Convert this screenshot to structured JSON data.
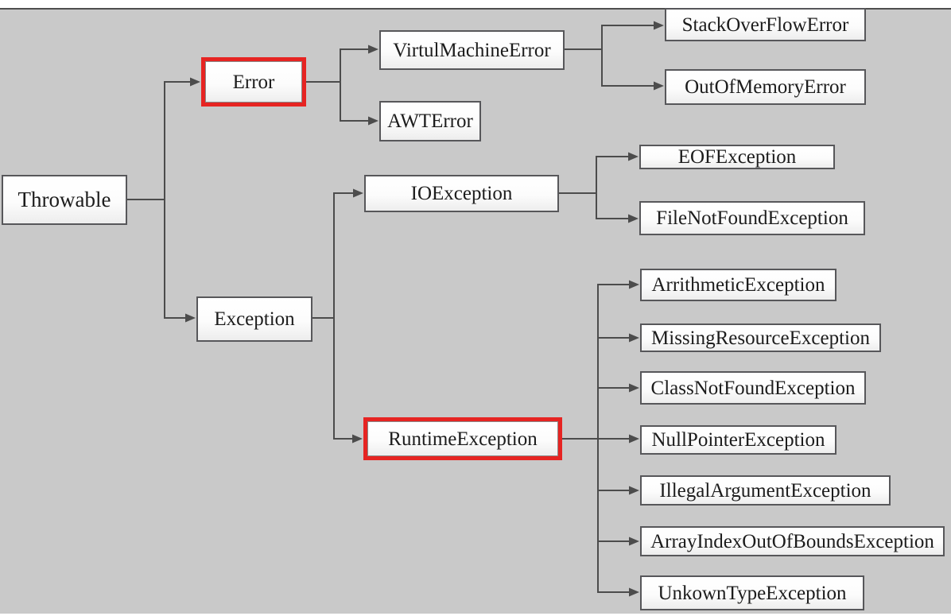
{
  "diagram_type": "hierarchy-tree",
  "nodes": {
    "throwable": {
      "label": "Throwable",
      "level": 0,
      "parent": null,
      "highlighted": false
    },
    "error": {
      "label": "Error",
      "level": 1,
      "parent": "Throwable",
      "highlighted": true
    },
    "exception": {
      "label": "Exception",
      "level": 1,
      "parent": "Throwable",
      "highlighted": false
    },
    "virtual_machine_error": {
      "label": "VirtulMachineError",
      "level": 2,
      "parent": "Error",
      "highlighted": false
    },
    "awt_error": {
      "label": "AWTError",
      "level": 2,
      "parent": "Error",
      "highlighted": false
    },
    "stack_overflow_error": {
      "label": "StackOverFlowError",
      "level": 3,
      "parent": "VirtulMachineError",
      "highlighted": false
    },
    "out_of_memory_error": {
      "label": "OutOfMemoryError",
      "level": 3,
      "parent": "VirtulMachineError",
      "highlighted": false
    },
    "io_exception": {
      "label": "IOException",
      "level": 2,
      "parent": "Exception",
      "highlighted": false
    },
    "runtime_exception": {
      "label": "RuntimeException",
      "level": 2,
      "parent": "Exception",
      "highlighted": true
    },
    "eof_exception": {
      "label": "EOFException",
      "level": 3,
      "parent": "IOException",
      "highlighted": false
    },
    "file_not_found_exception": {
      "label": "FileNotFoundException",
      "level": 3,
      "parent": "IOException",
      "highlighted": false
    },
    "arithmetic_exception": {
      "label": "ArrithmeticException",
      "level": 3,
      "parent": "RuntimeException",
      "highlighted": false
    },
    "missing_resource_exception": {
      "label": "MissingResourceException",
      "level": 3,
      "parent": "RuntimeException",
      "highlighted": false
    },
    "class_not_found_exception": {
      "label": "ClassNotFoundException",
      "level": 3,
      "parent": "RuntimeException",
      "highlighted": false
    },
    "null_pointer_exception": {
      "label": "NullPointerException",
      "level": 3,
      "parent": "RuntimeException",
      "highlighted": false
    },
    "illegal_argument_exception": {
      "label": "IllegalArgumentException",
      "level": 3,
      "parent": "RuntimeException",
      "highlighted": false
    },
    "array_index_out_of_bounds_exception": {
      "label": "ArrayIndexOutOfBoundsException",
      "level": 3,
      "parent": "RuntimeException",
      "highlighted": false
    },
    "unknown_type_exception": {
      "label": "UnkownTypeException",
      "level": 3,
      "parent": "RuntimeException",
      "highlighted": false
    }
  },
  "highlighted_nodes": [
    "Error",
    "RuntimeException"
  ],
  "colors": {
    "background": "#c9c9c9",
    "box_fill": "#fdfdfd",
    "box_border": "#57575a",
    "highlight_border": "#e62422",
    "connector": "#4c4c4c",
    "text": "#1c1c1c"
  }
}
